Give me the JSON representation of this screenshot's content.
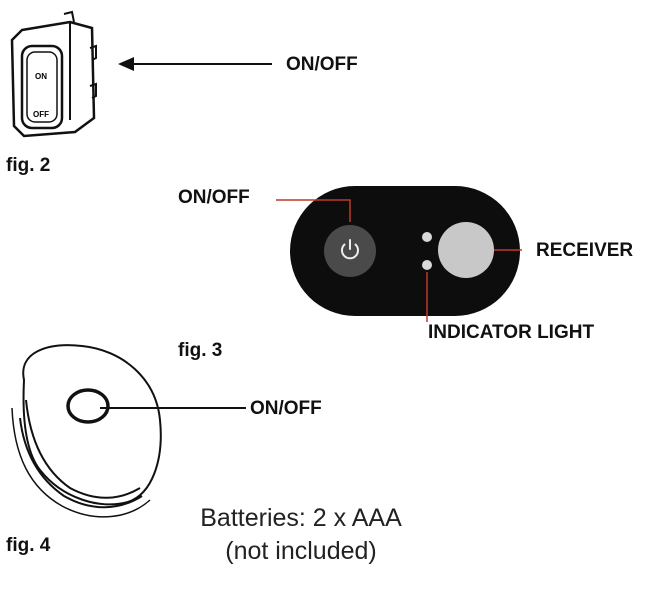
{
  "fig2": {
    "caption": "fig. 2",
    "callout": "ON/OFF",
    "switch_top_text": "ON",
    "switch_bottom_text": "OFF"
  },
  "fig3": {
    "caption": "fig. 3",
    "onoff": "ON/OFF",
    "receiver": "RECEIVER",
    "indicator": "INDICATOR LIGHT"
  },
  "fig4": {
    "caption": "fig. 4",
    "callout": "ON/OFF",
    "batteries_line1": "Batteries: 2 x AAA",
    "batteries_line2": "(not included)"
  },
  "colors": {
    "remote_body": "#0d0d0d",
    "power_button": "#4a4a4a",
    "receiver": "#c8c8c8",
    "leader_line": "#c0392b"
  }
}
